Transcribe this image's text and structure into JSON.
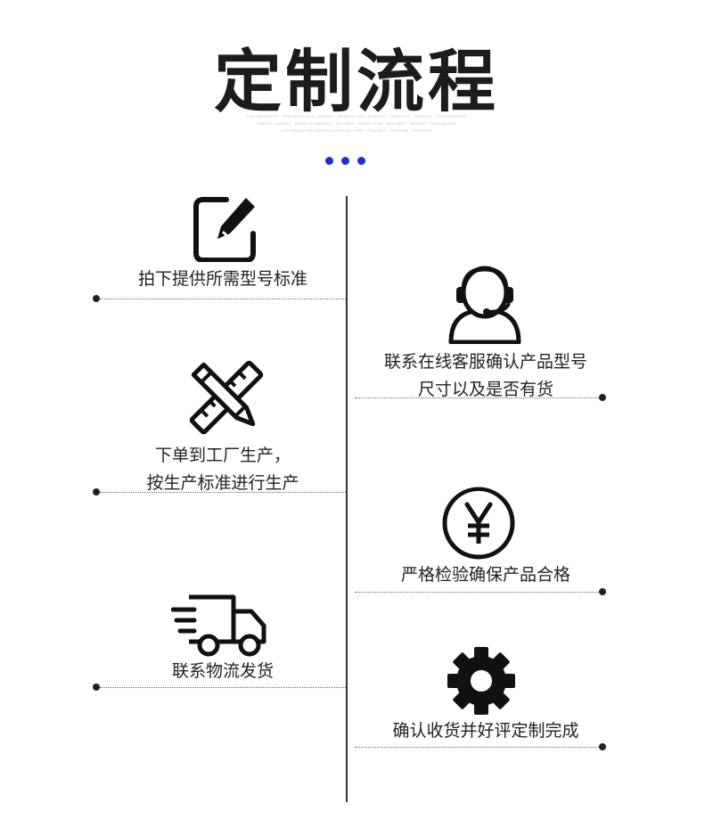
{
  "header": {
    "title": "定制流程",
    "subtitle_lines": [
      "CUSTOM ROUTE · PROCESS FLOW · DESIGN · PRODUCTION · QUALITY · LOGISTICS · SERVICE · CONFIRMATION",
      "ORDER · SAMPLE · MODEL STANDARD · FACTORY · INSPECTION · DELIVERY · RECEIPT · EVALUATION",
      "CUSTOMIZATION PROCESS STEP BY STEP · CONTACT · CONFIRM · PRODUCE"
    ],
    "dot_color": "#1f2fd0"
  },
  "steps": [
    {
      "label": "拍下提供所需型号标准",
      "icon": "edit-icon"
    },
    {
      "label": "联系在线客服确认产品型号\n尺寸以及是否有货",
      "icon": "customer-service-icon"
    },
    {
      "label": "下单到工厂生产，\n按生产标准进行生产",
      "icon": "pencil-ruler-icon"
    },
    {
      "label": "严格检验确保产品合格",
      "icon": "yen-icon"
    },
    {
      "label": "联系物流发货",
      "icon": "delivery-truck-icon"
    },
    {
      "label": "确认收货并好评定制完成",
      "icon": "gear-icon"
    }
  ]
}
